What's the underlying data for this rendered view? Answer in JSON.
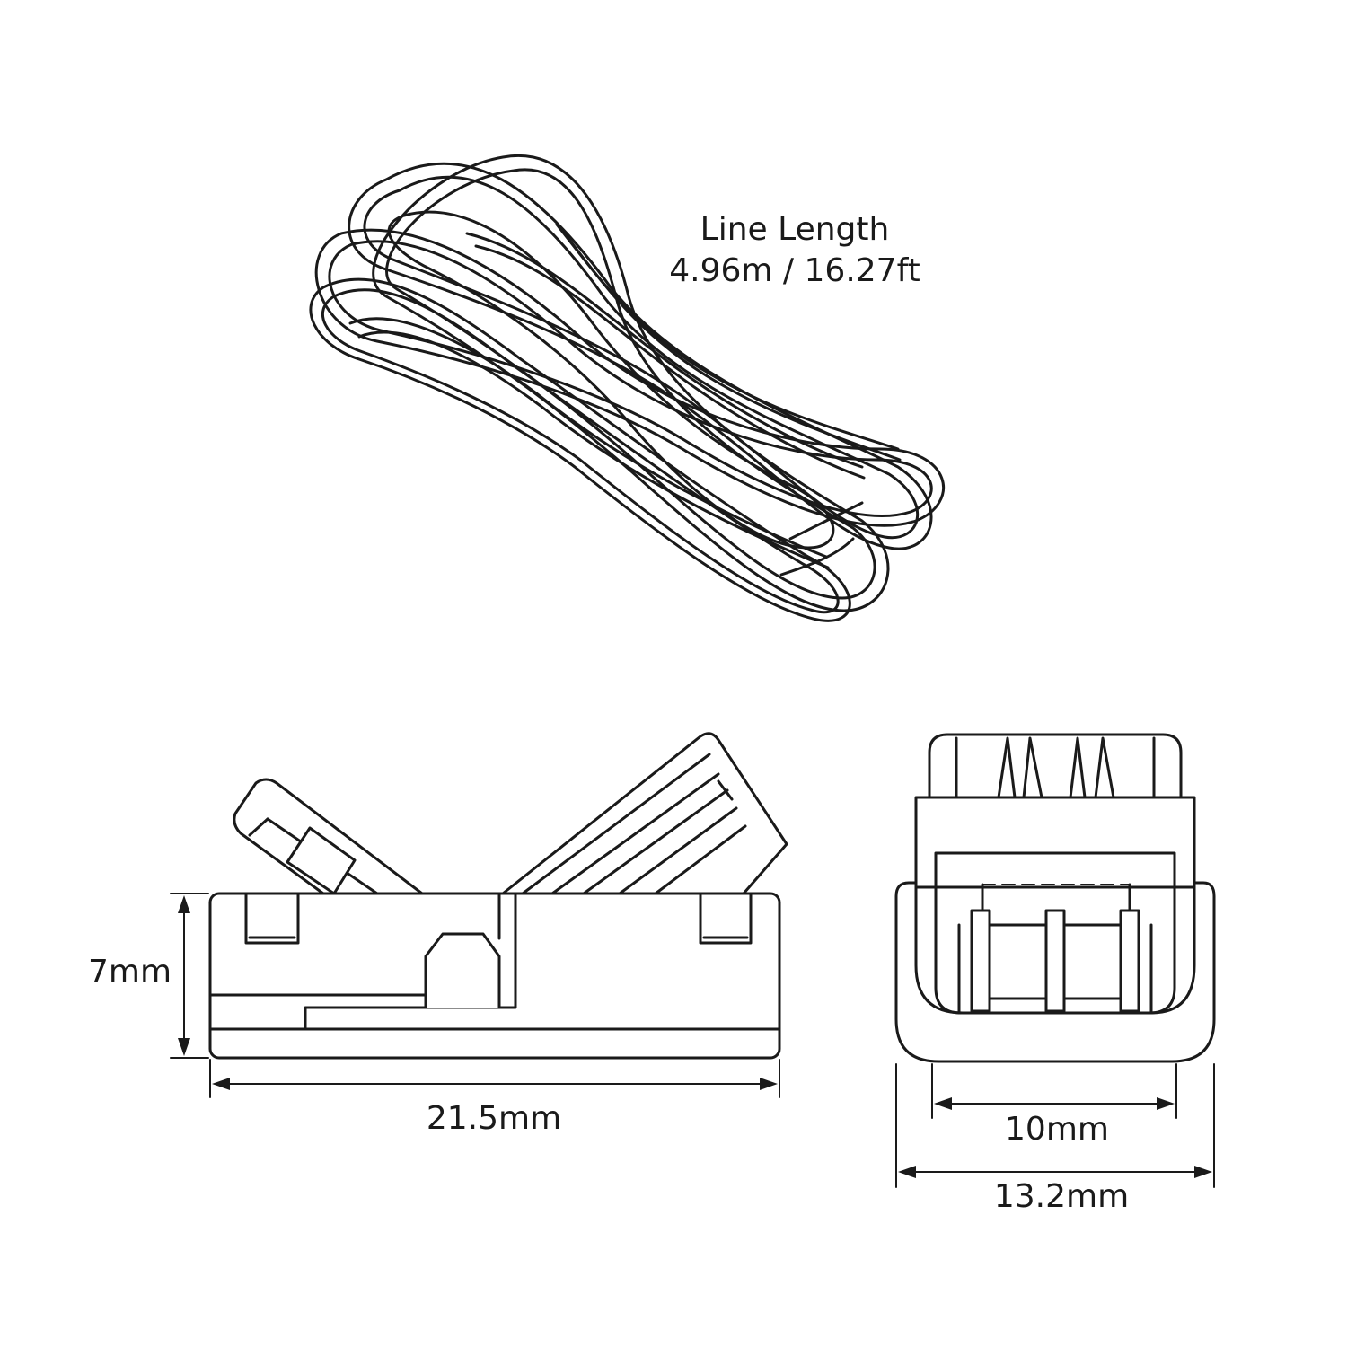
{
  "cable": {
    "title": "Line Length",
    "length": "4.96m / 16.27ft"
  },
  "side_view": {
    "height_label": "7mm",
    "length_label": "21.5mm"
  },
  "front_view": {
    "inner_width_label": "10mm",
    "outer_width_label": "13.2mm"
  },
  "colors": {
    "line": "#1a1a1a",
    "background": "#ffffff"
  }
}
